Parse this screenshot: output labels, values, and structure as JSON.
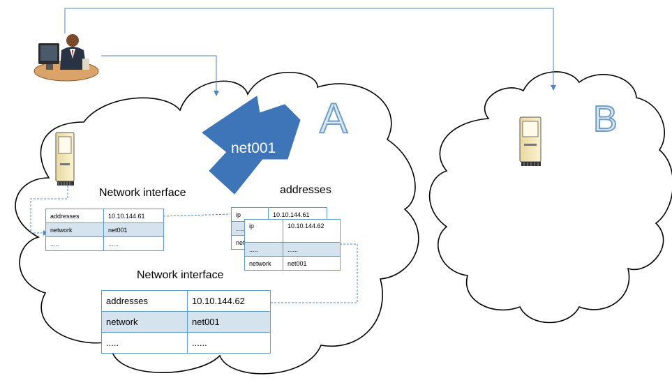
{
  "labels": {
    "cloud_a": "A",
    "cloud_b": "B",
    "network_tag": "net001",
    "ni_heading_1": "Network interface",
    "ni_heading_2": "Network interface",
    "addresses_heading": "addresses"
  },
  "network_interface_small": [
    [
      "addresses",
      "10.10.144.61"
    ],
    [
      "network",
      "net001"
    ],
    [
      ".....",
      "......"
    ]
  ],
  "network_interface_large": [
    [
      "addresses",
      "10.10.144.62"
    ],
    [
      "network",
      "net001"
    ],
    [
      ".....",
      "......"
    ]
  ],
  "address_back": {
    "row0": [
      "ip",
      "10.10.144.61"
    ],
    "row1_key": "…..",
    "row2_key": "net"
  },
  "address_front": [
    [
      "ip",
      "10.10.144.62"
    ],
    [
      ".....",
      "......"
    ],
    [
      "network",
      "net001"
    ]
  ],
  "colors": {
    "network_shape": "#3e74b8",
    "table_border": "#5aa0c8",
    "table_band": "#d5e3ee",
    "connector": "#4b84c2",
    "letter_fill": "#dbe9f5",
    "letter_stroke": "#6e9ec8"
  },
  "icons": [
    "user-at-computer-icon",
    "server-computer-icon"
  ]
}
